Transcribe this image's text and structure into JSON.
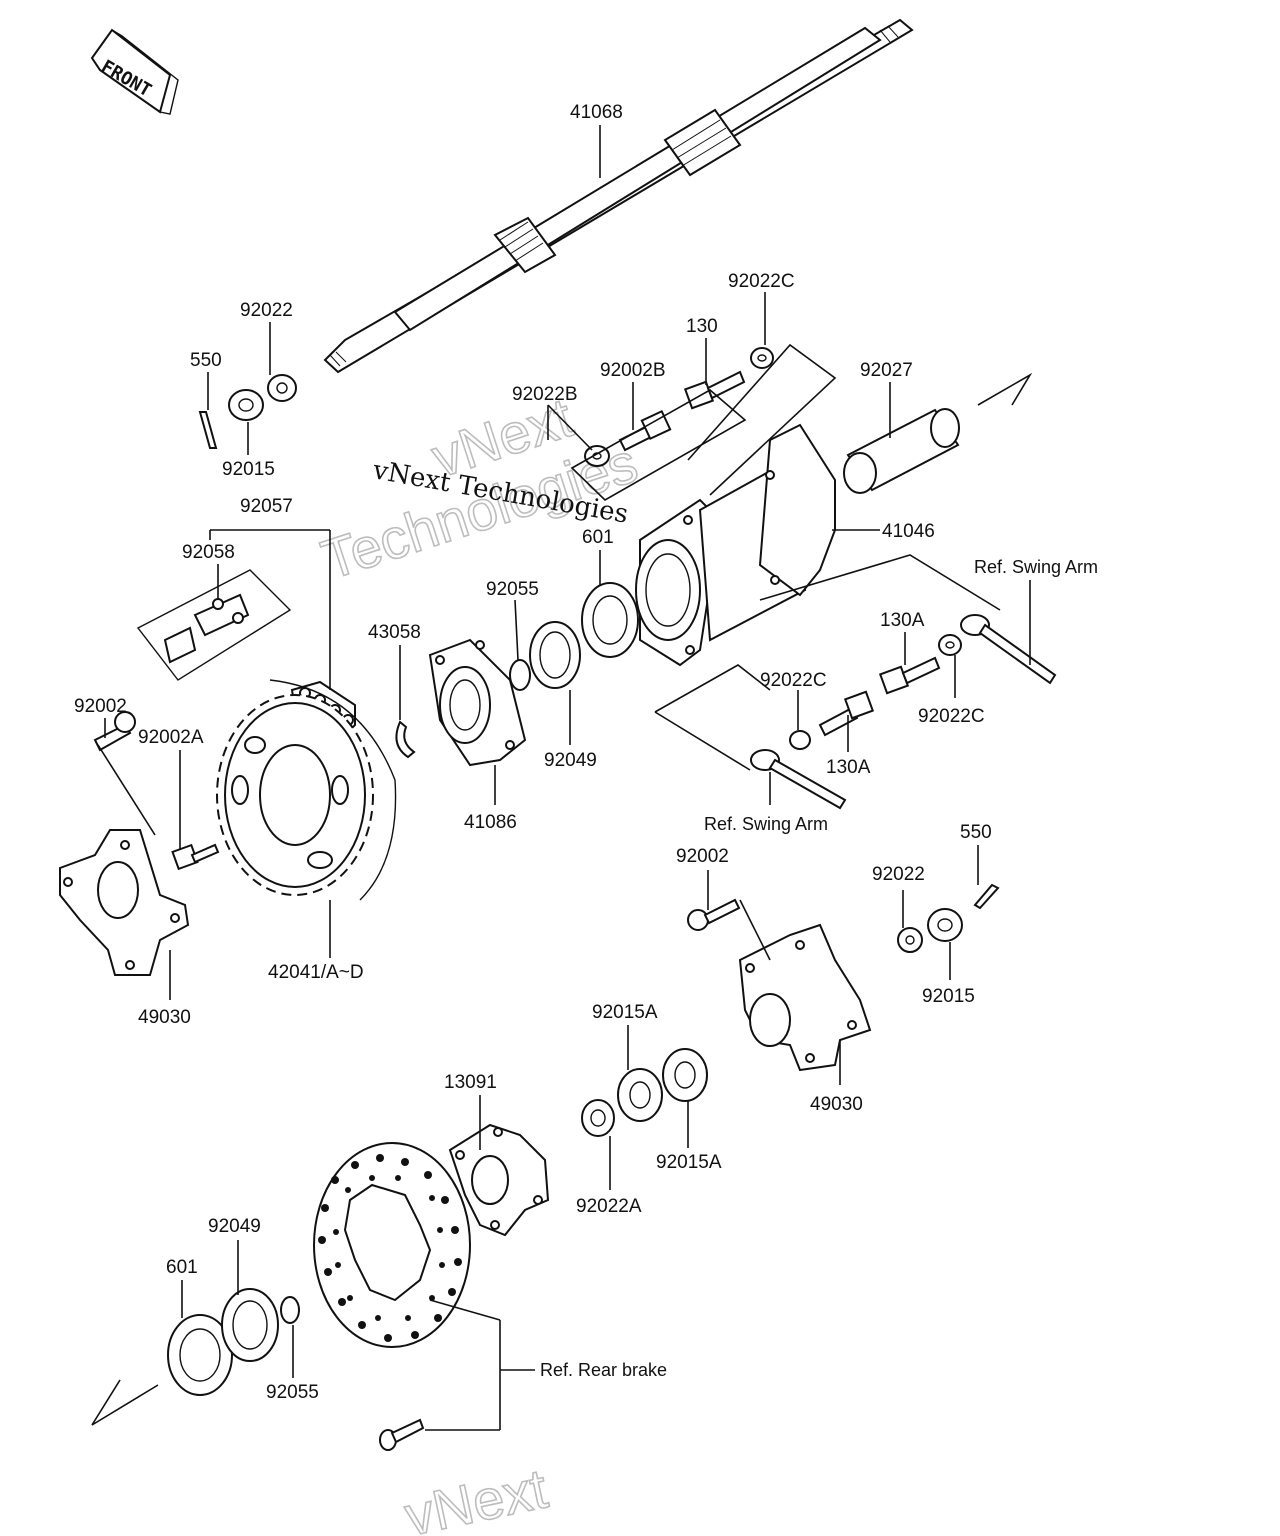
{
  "front_arrow_label": "FRONT",
  "labels": {
    "p41068": "41068",
    "p92022_top": "92022",
    "p550_top": "550",
    "p92015_top": "92015",
    "p92022c_top": "92022C",
    "p130": "130",
    "p92002b": "92002B",
    "p92022b": "92022B",
    "p92027": "92027",
    "p41046": "41046",
    "p92057": "92057",
    "p92058": "92058",
    "p601_mid": "601",
    "p92055_mid": "92055",
    "p43058": "43058",
    "p92049_mid": "92049",
    "p41086": "41086",
    "p130a_top": "130A",
    "p92022c_right": "92022C",
    "p92022c_mid": "92022C",
    "p130a_mid": "130A",
    "p92002_left": "92002",
    "p92002a": "92002A",
    "p42041": "42041/A~D",
    "p49030_left": "49030",
    "p92002_right": "92002",
    "p92022_right": "92022",
    "p550_right": "550",
    "p92015_right": "92015",
    "p49030_right": "49030",
    "p92015a_top": "92015A",
    "p92015a_bottom": "92015A",
    "p92022a": "92022A",
    "p13091": "13091",
    "p92049_bottom": "92049",
    "p601_bottom": "601",
    "p92055_bottom": "92055"
  },
  "refs": {
    "swing_arm_top": "Ref. Swing Arm",
    "swing_arm_mid": "Ref. Swing Arm",
    "rear_brake": "Ref. Rear brake"
  },
  "watermark": {
    "line1": "vNext",
    "line2": "Technologies",
    "script": "vNext Technologies",
    "bottom": "vNext"
  }
}
